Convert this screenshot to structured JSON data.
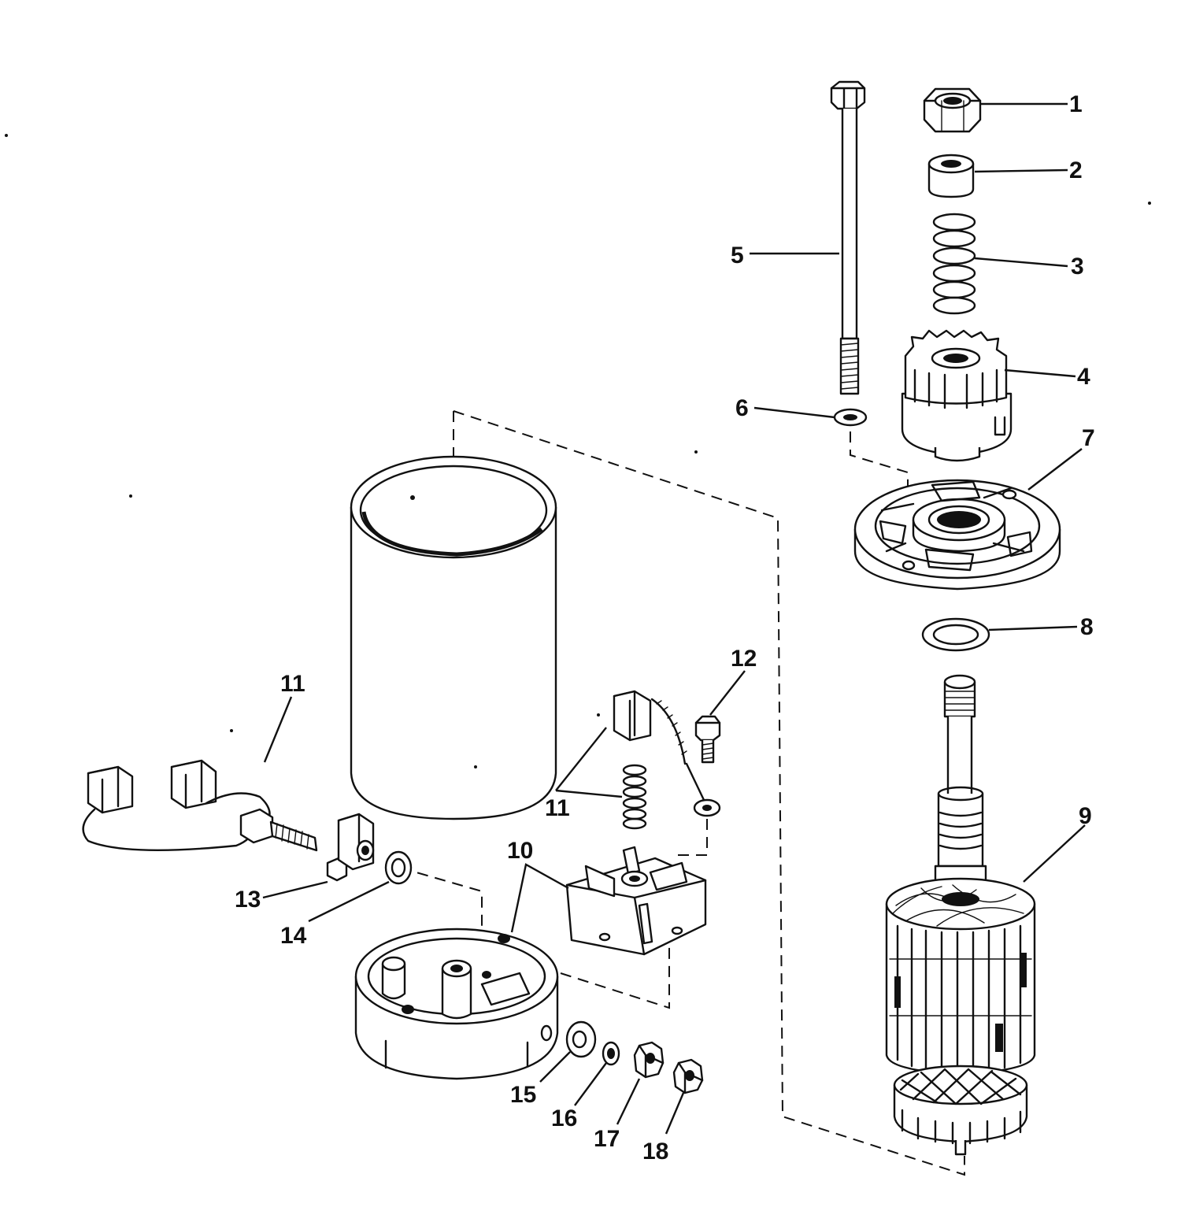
{
  "callouts": {
    "c1": "1",
    "c2": "2",
    "c3": "3",
    "c4": "4",
    "c5": "5",
    "c6": "6",
    "c7": "7",
    "c8": "8",
    "c9": "9",
    "c10": "10",
    "c11a": "11",
    "c11b": "11",
    "c12": "12",
    "c13": "13",
    "c14": "14",
    "c15": "15",
    "c16": "16",
    "c17": "17",
    "c18": "18"
  }
}
